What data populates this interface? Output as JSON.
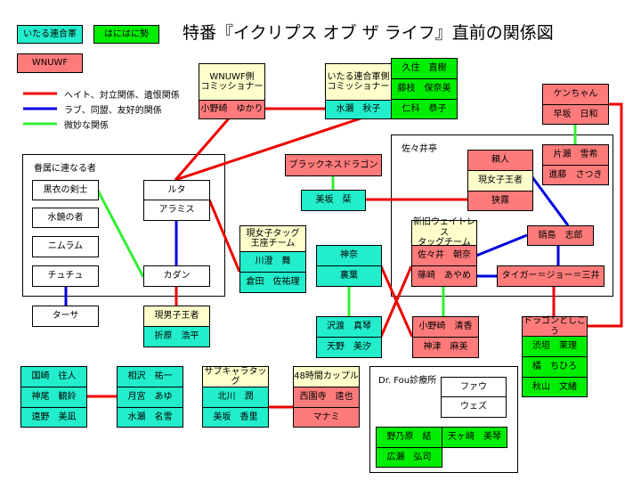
{
  "title": "特番『イクリプス オブ ザ ライフ』直前の関係図",
  "colors": {
    "itaru": "#22eecc",
    "hanihani": "#00ee00",
    "wnuwf": "#ff7b7b",
    "role": "#ffffcc",
    "neutral": "#ffffff",
    "hate": "#ee0000",
    "love": "#0000dd",
    "subtle": "#33ee33"
  },
  "legend": {
    "itaru": "いたる連合軍",
    "hanihani": "はにはに勢",
    "wnuwf": "WNUWF",
    "hate": "ヘイト、対立関係、遺恨関係",
    "love": "ラブ、同盟、友好的関係",
    "subtle": "微妙な関係"
  },
  "frames": {
    "kenzoku": "眷属に連なる者",
    "sasaitei": "佐々井亭",
    "drfou": "Dr. Fou診療所"
  },
  "groups": {
    "wnuwf_comm": [
      "WNUWF側\nコミッショナー",
      "小野崎　ゆかり"
    ],
    "itaru_comm": [
      "いたる連合軍側\nコミッショナー",
      "水瀬　秋子"
    ],
    "hani_trio": [
      "久住　直樹",
      "藤枝　保奈美",
      "仁科　恭子"
    ],
    "ken": [
      "ケンちゃん",
      "早坂　日和"
    ],
    "katase": [
      "片瀬　雪希",
      "進藤　さつき"
    ],
    "yorito": [
      "頼人",
      "現女子王者",
      "狭霧"
    ],
    "blackness": [
      "ブラックネスドラゴン"
    ],
    "shiori": [
      "美坂　栞"
    ],
    "kenzoku": [
      "黒衣の剣士",
      "水鏡の者",
      "ニムラム",
      "チュチュ",
      "ルタ",
      "アラミス",
      "カダン"
    ],
    "tasa": [
      "ターサ"
    ],
    "men_champ": [
      "現男子王者",
      "折原　浩平"
    ],
    "tag_champ": [
      "現女子タッグ\n王座チーム",
      "川澄　舞",
      "倉田　佐祐理"
    ],
    "kanna": [
      "神奈",
      "裏葉"
    ],
    "waitress": [
      "新旧ウェイトレス\nタッグチーム",
      "佐々井　朝奈",
      "篠崎　あやめ"
    ],
    "nabeshima": [
      "鍋島　志郎"
    ],
    "tiger": [
      "タイガー＝ジョー＝三井"
    ],
    "sawatari": [
      "沢渡　真琴",
      "天野　美汐"
    ],
    "onozaki": [
      "小野崎　清香",
      "神津　麻美"
    ],
    "dragon": [
      "ドラゴンとしこう",
      "渋垣　茉理",
      "橘　ちひろ",
      "秋山　文緒"
    ],
    "kunisaki": [
      "国崎　往人",
      "神尾　観鈴",
      "遠野　美凪"
    ],
    "aizawa": [
      "相沢　祐一",
      "月宮　あゆ",
      "水瀬　名雪"
    ],
    "subchara": [
      "サブキャラタッグ",
      "北川　潤",
      "美坂　香里"
    ],
    "couple48": [
      "48時間カップル",
      "西園寺　遠也",
      "マナミ"
    ],
    "fou": [
      "ファウ",
      "ウェズ"
    ],
    "fou_green": [
      "野乃原　結",
      "天ヶ崎　美琴",
      "広瀬　弘司"
    ]
  }
}
